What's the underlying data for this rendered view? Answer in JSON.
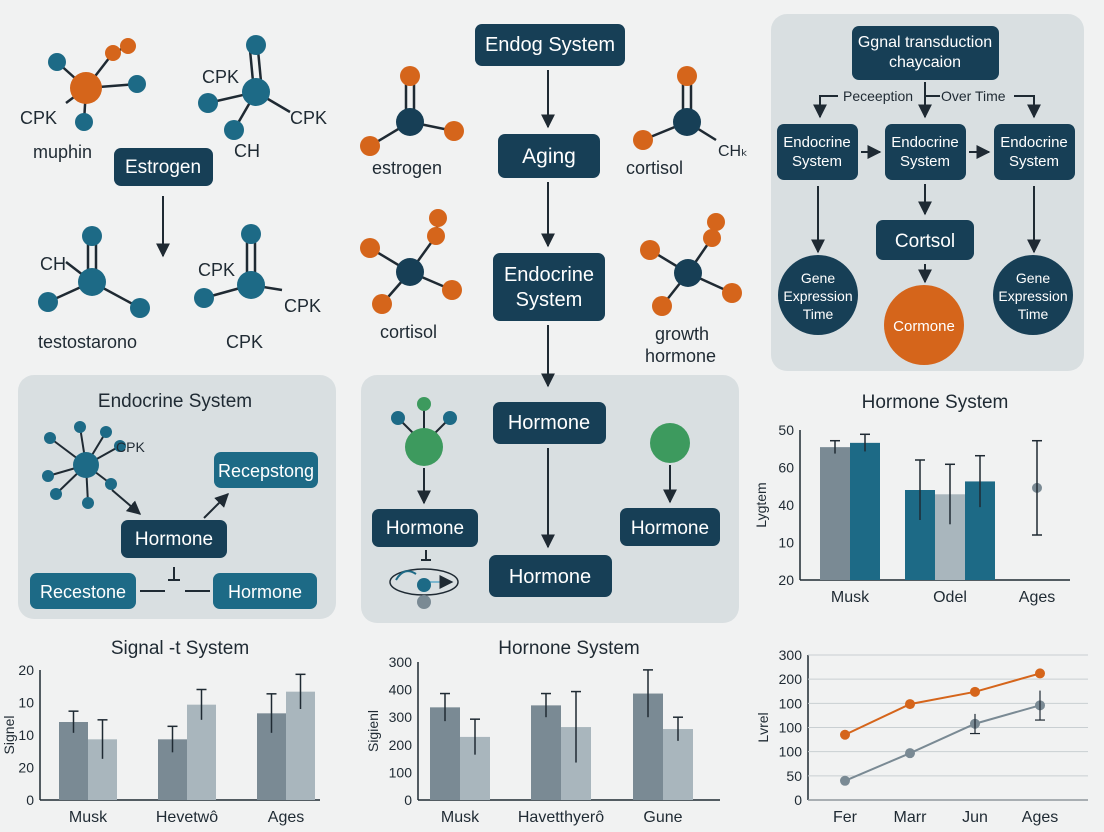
{
  "colors": {
    "navy": "#173f56",
    "teal": "#1d6a86",
    "orange": "#d5651b",
    "green": "#3d9a5e",
    "slate": "#7a8a94",
    "light_slate": "#a9b6bd",
    "panel": "#d9dfe1",
    "ink": "#1f2a33"
  },
  "molecules": {
    "top_left": {
      "label_cpk_left": "CPK",
      "label_name": "muphin",
      "label_cpk_a": "CPK",
      "label_cpk_b": "CPK",
      "label_ch": "CH"
    },
    "estrogen_box": "Estrogen",
    "bottom_left": {
      "label_ch": "CH",
      "label_name": "testostarono",
      "label_cpk_a": "CPK",
      "label_cpk_b": "CPK",
      "label_cpk_c": "CPK"
    },
    "estrogen": "estrogen",
    "cortisol_top": "cortisol",
    "cortisol_top_sub": "CHₖ",
    "cortisol_mid": "cortisol",
    "growth_hormone_1": "growth",
    "growth_hormone_2": "hormone"
  },
  "center_flow": {
    "title": "Endog System",
    "aging": "Aging",
    "endocrine_1": "Endocrine",
    "endocrine_2": "System"
  },
  "signal_panel": {
    "title_1": "Ggnal transduction",
    "title_2": "chaycaion",
    "perception": "Peceeption",
    "over_time": "Over Time",
    "endocrine_boxes": [
      {
        "l1": "Endocrine",
        "l2": "System"
      },
      {
        "l1": "Endocrine",
        "l2": "System"
      },
      {
        "l1": "Endocrine",
        "l2": "System"
      }
    ],
    "cortsol": "Cortsol",
    "gene_left": [
      "Gene",
      "Expression",
      "Time"
    ],
    "gene_right": [
      "Gene",
      "Expression",
      "Time"
    ],
    "cormone": "Cormone"
  },
  "endocrine_panel": {
    "title": "Endocrine System",
    "cpk": "CPK",
    "receptor": "Recepstong",
    "hormone": "Hormone",
    "recestone": "Recestone",
    "hormone_right": "Hormone"
  },
  "hormone_panel": {
    "hormone_top": "Hormone",
    "hormone_left": "Hormone",
    "hormone_right": "Hormone",
    "hormone_bottom": "Hormone"
  },
  "chart_data": [
    {
      "type": "bar",
      "title": "Hormone System",
      "ylabel": "Lygtem",
      "categories": [
        "Musk",
        "Odel",
        "Ages"
      ],
      "yticks": [
        "50",
        "60",
        "40",
        "10",
        "20"
      ],
      "series": [
        {
          "values": [
            62,
            0,
            0
          ],
          "errors": [
            3,
            0,
            0
          ]
        },
        {
          "values": [
            64,
            42,
            0
          ],
          "errors": [
            4,
            14,
            0
          ]
        },
        {
          "values": [
            0,
            40,
            0
          ],
          "errors": [
            0,
            14,
            0
          ]
        },
        {
          "values": [
            0,
            46,
            43
          ],
          "errors": [
            0,
            12,
            22
          ]
        }
      ]
    },
    {
      "type": "bar",
      "title": "Signal -t System",
      "ylabel": "Signel",
      "categories": [
        "Musk",
        "Hevetwô",
        "Ages"
      ],
      "yticks": [
        "20",
        "10",
        "10",
        "20",
        "0"
      ],
      "series": [
        {
          "values": [
            18,
            14,
            20
          ],
          "errors": [
            2.5,
            3,
            4.5
          ]
        },
        {
          "values": [
            14,
            22,
            25
          ],
          "errors": [
            4.5,
            3.5,
            4
          ]
        }
      ]
    },
    {
      "type": "bar",
      "title": "Hornone System",
      "ylabel": "Sigienl",
      "categories": [
        "Musk",
        "Havetthyerô",
        "Gune"
      ],
      "yticks": [
        "300",
        "400",
        "300",
        "200",
        "100",
        "0"
      ],
      "series": [
        {
          "values": [
            235,
            240,
            270
          ],
          "errors": [
            35,
            30,
            60
          ]
        },
        {
          "values": [
            160,
            185,
            180
          ],
          "errors": [
            45,
            90,
            30
          ]
        }
      ]
    },
    {
      "type": "line",
      "ylabel": "Lvrel",
      "categories": [
        "Fer",
        "Marr",
        "Jun",
        "Ages"
      ],
      "yticks": [
        "300",
        "200",
        "100",
        "100",
        "100",
        "50",
        "0"
      ],
      "series": [
        {
          "values": [
            90,
            140,
            160,
            190
          ]
        },
        {
          "values": [
            15,
            60,
            108,
            138
          ],
          "errors": [
            0,
            0,
            16,
            24
          ]
        }
      ]
    }
  ]
}
